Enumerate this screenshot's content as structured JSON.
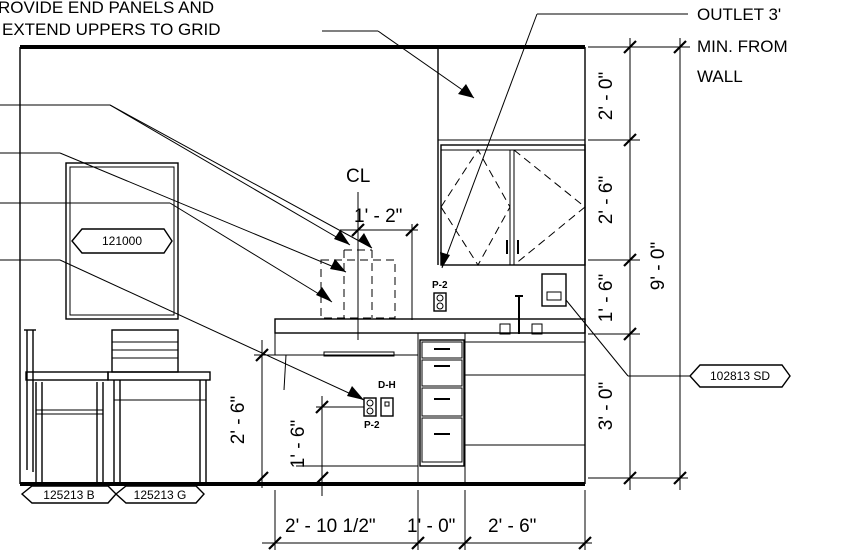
{
  "notes": {
    "end_panels_line1": "ROVIDE END PANELS AND",
    "end_panels_line2": "EXTEND UPPERS TO GRID",
    "outlet_line1": "OUTLET 3'",
    "outlet_line2": "MIN. FROM",
    "outlet_line3": "WALL",
    "centerline": "CL"
  },
  "dimensions": {
    "cl_offset": "1' - 2\"",
    "upper_height": "2' - 0\"",
    "upper_cabinet": "2' - 6\"",
    "backsplash_gap": "1' - 6\"",
    "base_height": "3' - 0\"",
    "overall_height": "9' - 0\"",
    "counter_height": "2' - 6\"",
    "outlet_height": "1' - 6\"",
    "width_left": "2' - 10 1/2\"",
    "width_mid": "1' - 0\"",
    "width_right": "2' - 6\""
  },
  "tags": {
    "artwork": "121000",
    "dispenser": "102813 SD",
    "stool": "125213 B",
    "chair": "125213 G"
  },
  "device_labels": {
    "p2_upper": "P-2",
    "dh": "D-H",
    "p2_lower": "P-2"
  }
}
